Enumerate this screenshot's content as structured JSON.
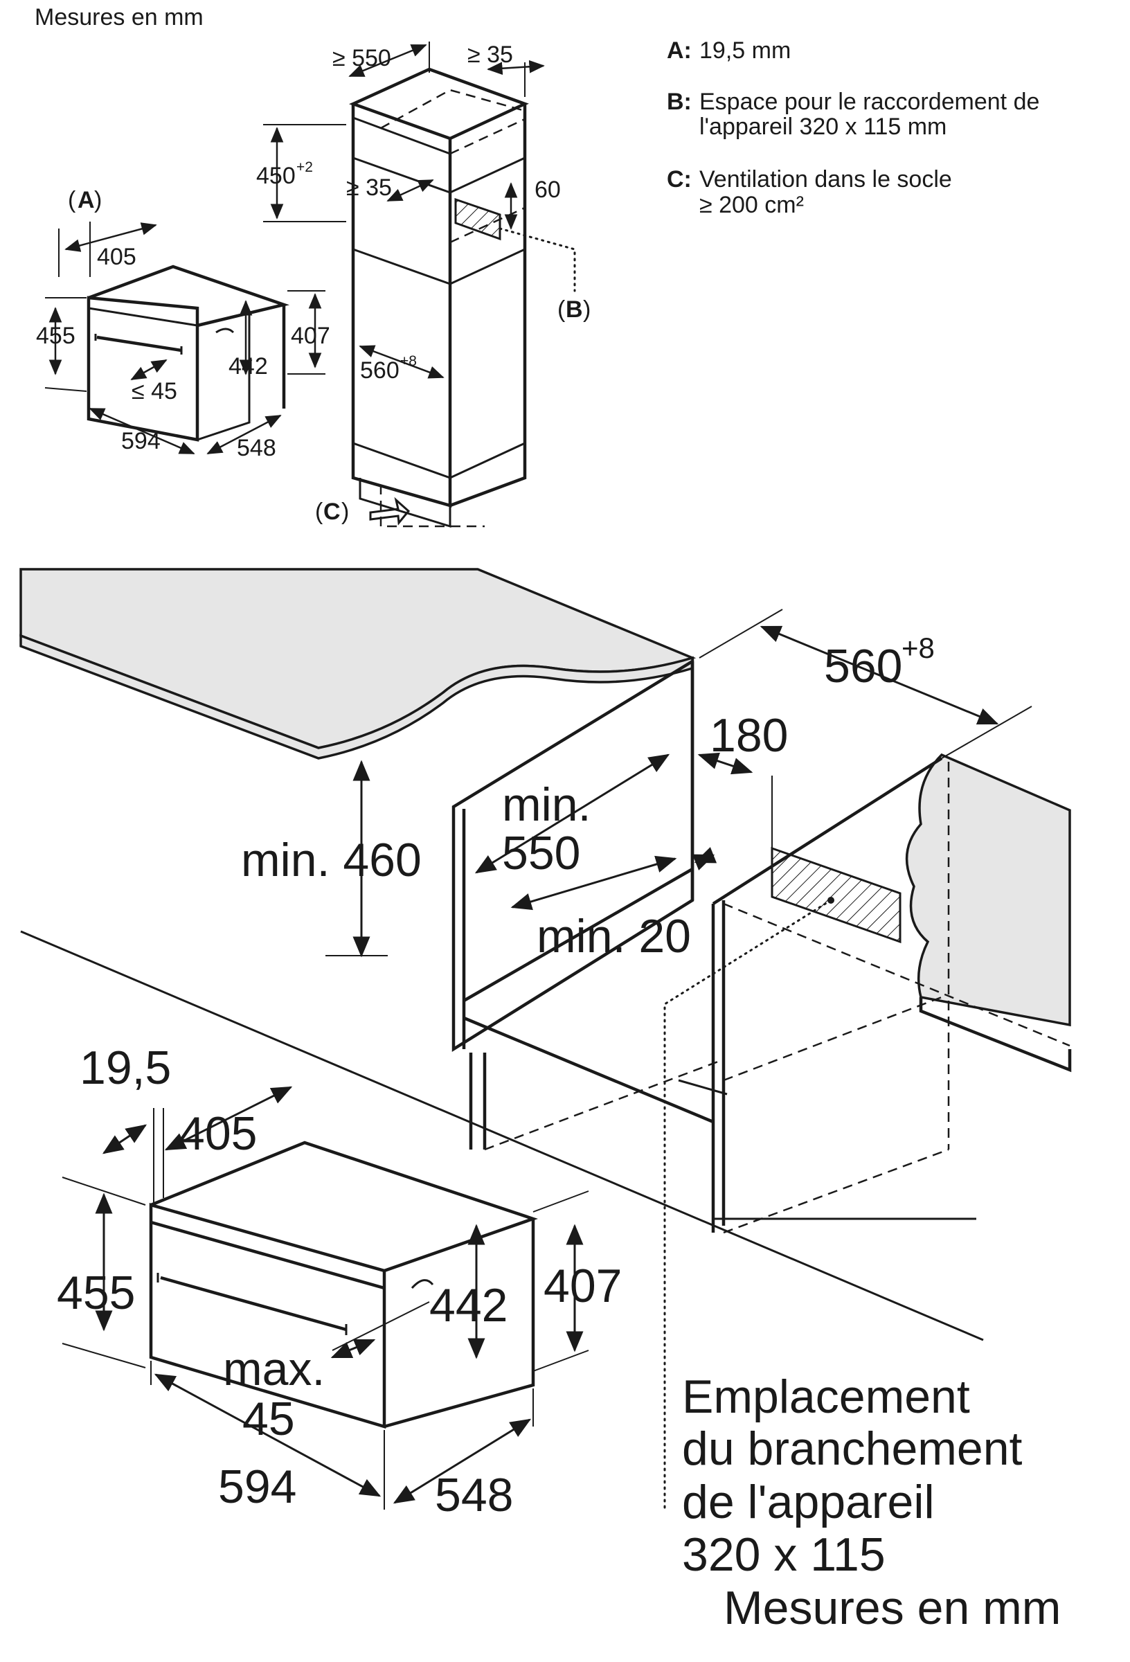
{
  "header": {
    "units_note": "Mesures en mm"
  },
  "legend": {
    "a_key": "A:",
    "a_text": "19,5 mm",
    "b_key": "B:",
    "b_text_1": "Espace pour le raccordement de",
    "b_text_2": "l'appareil 320 x 115 mm",
    "c_key": "C:",
    "c_text_1": "Ventilation dans le socle",
    "c_text_2": "≥ 200 cm²"
  },
  "top_appliance": {
    "label_a_open": "(",
    "label_a": "A",
    "label_a_close": ")",
    "depth": "405",
    "height_outer": "455",
    "height_back": "407",
    "height_inner": "442",
    "handle": "≤ 45",
    "width": "594",
    "depth_total": "548"
  },
  "tall_cabinet": {
    "min_depth": "≥ 550",
    "gap_rear": "≥ 35",
    "niche_height": "450",
    "niche_height_tol": "+2",
    "gap_top": "≥ 35",
    "vent_depth": "60",
    "niche_width": "560",
    "niche_width_tol": "+8",
    "label_b_open": "(",
    "label_b": "B",
    "label_b_close": ")",
    "label_c_open": "(",
    "label_c": "C",
    "label_c_close": ")"
  },
  "bottom_install": {
    "niche_width": "560",
    "niche_width_tol": "+8",
    "connection_offset": "180",
    "min_depth_1": "min.",
    "min_depth_2": "550",
    "min_height": "min. 460",
    "min_gap": "min. 20",
    "front_offset": "19,5",
    "depth": "405",
    "height_outer": "455",
    "height_back": "407",
    "height_inner": "442",
    "handle_1": "max.",
    "handle_2": "45",
    "width": "594",
    "depth_total": "548",
    "connection_1": "Emplacement",
    "connection_2": "du branchement",
    "connection_3": "de l'appareil",
    "connection_4": "320 x 115",
    "units_note": "Mesures en mm"
  }
}
